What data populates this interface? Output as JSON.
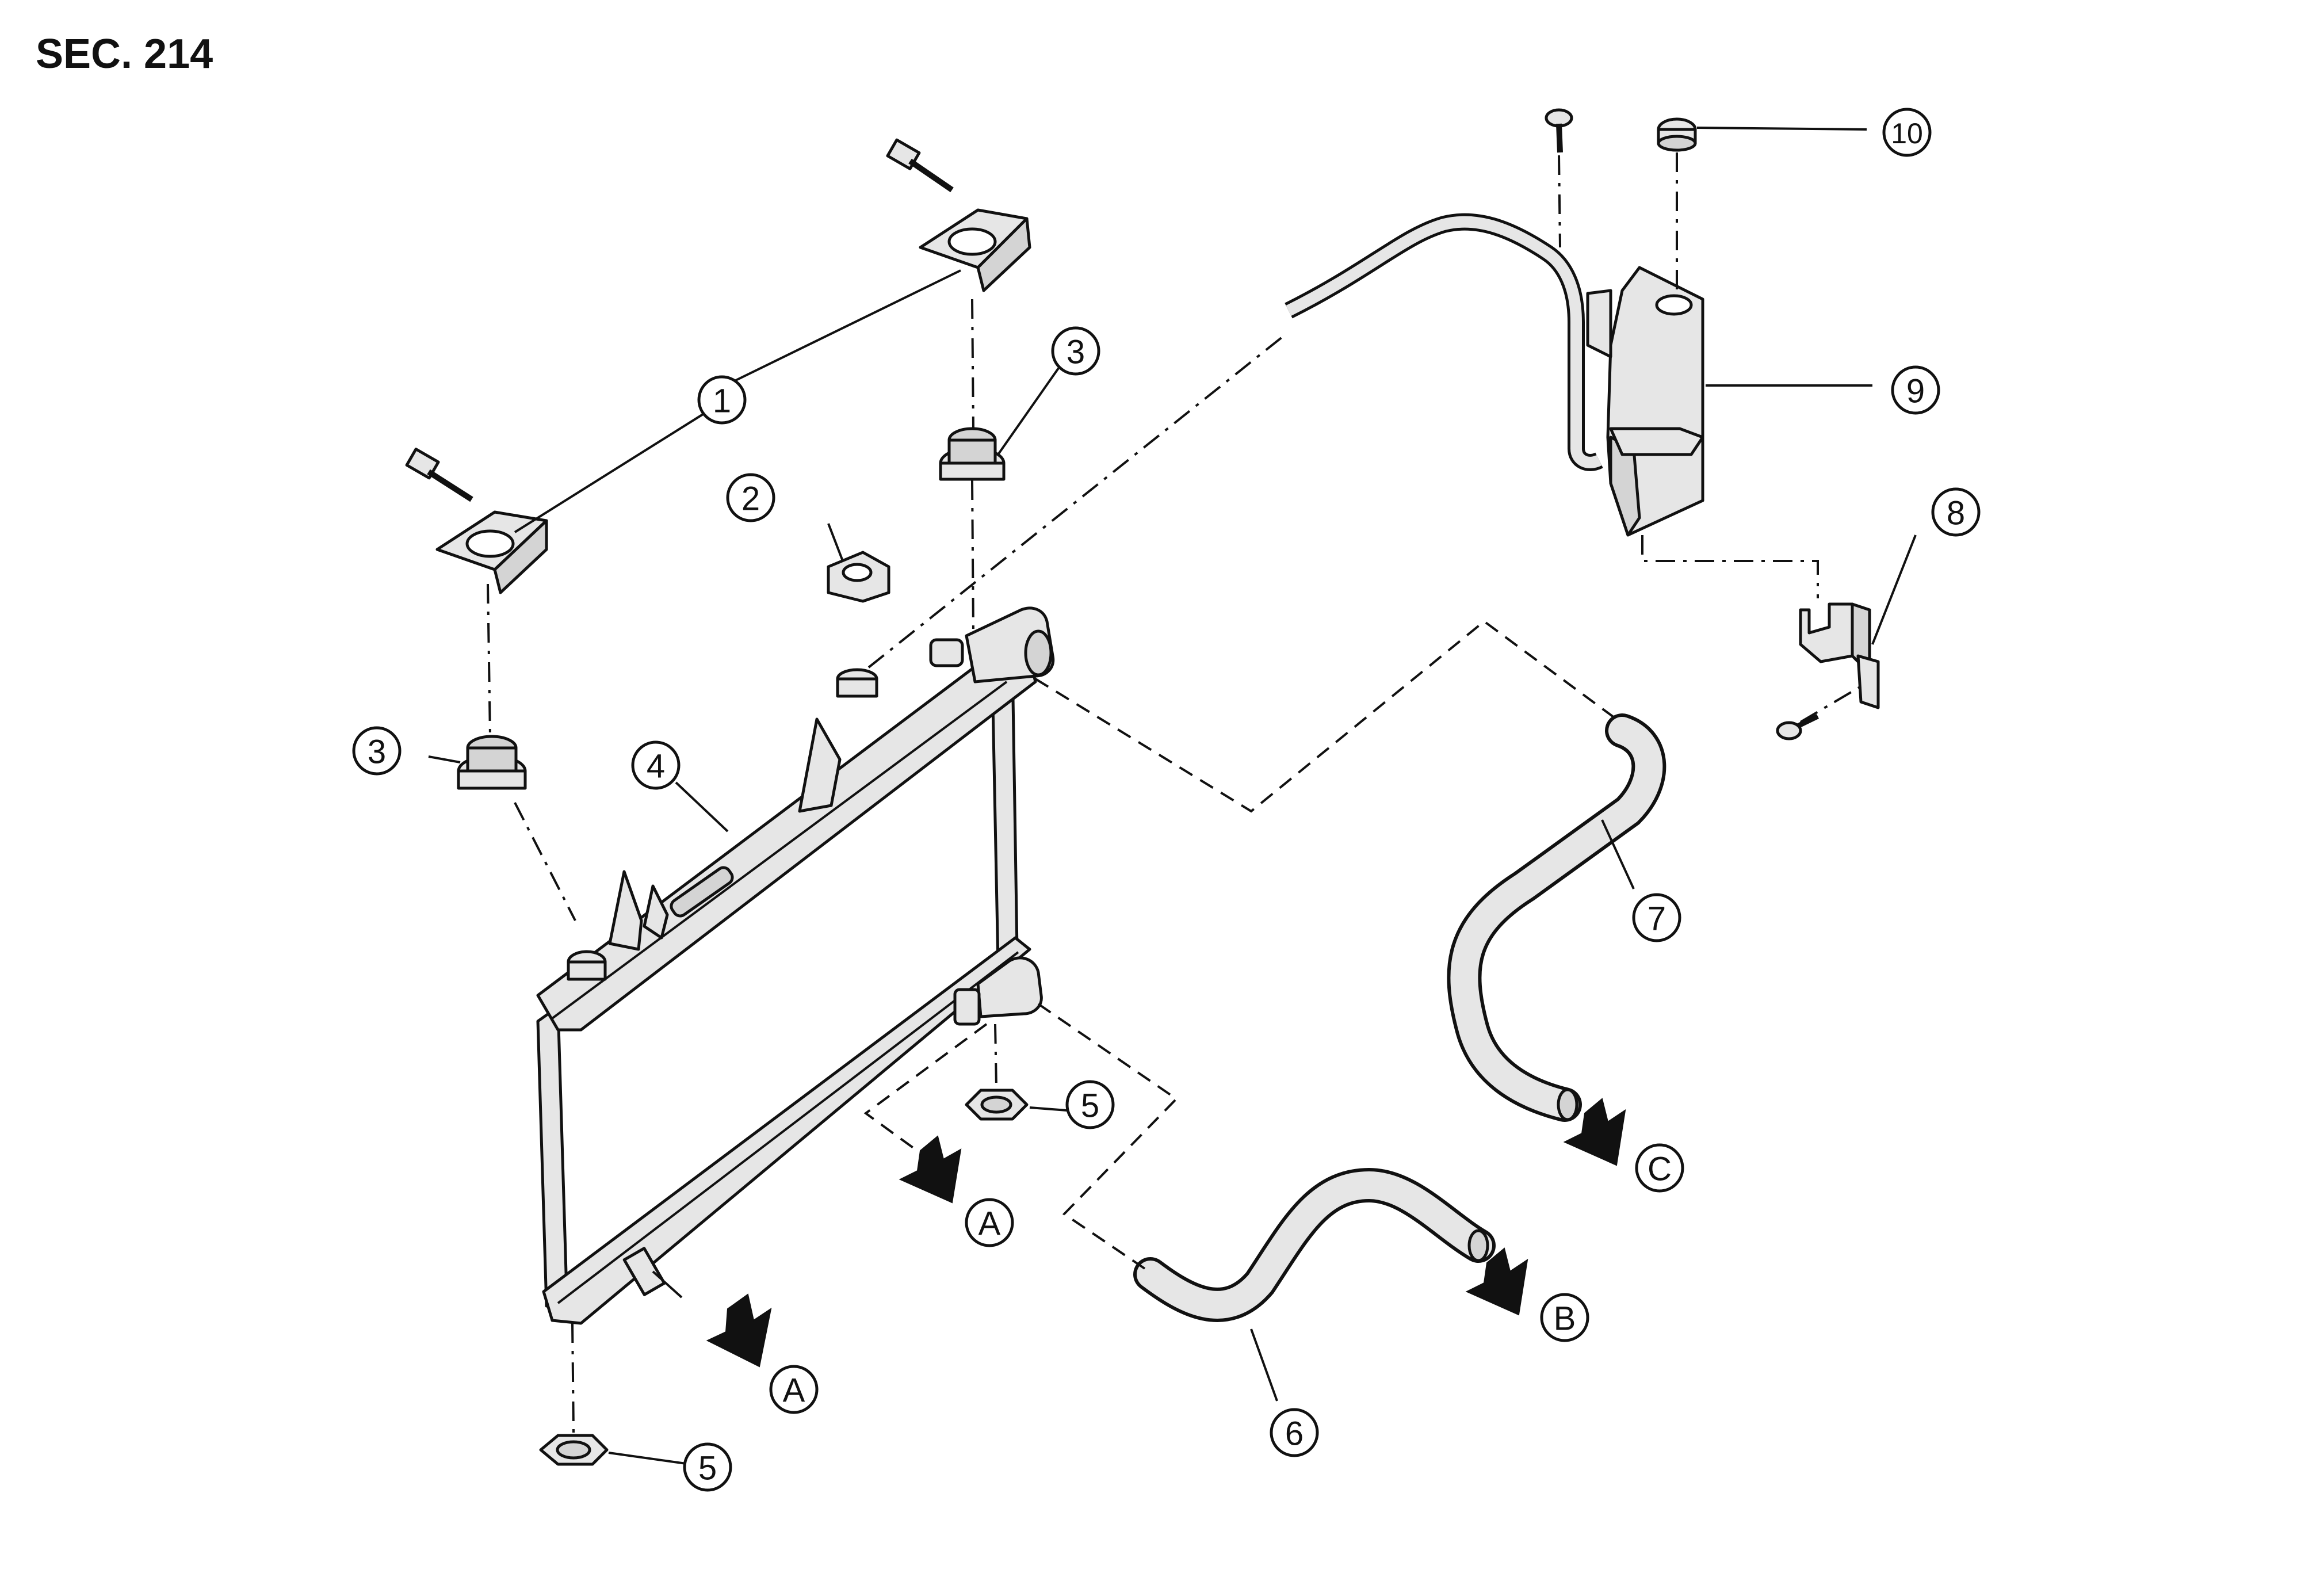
{
  "section_title": "SEC. 214",
  "callouts": {
    "c1": "1",
    "c2": "2",
    "c3a": "3",
    "c3b": "3",
    "c4": "4",
    "c5a": "5",
    "c5b": "5",
    "c6": "6",
    "c7": "7",
    "c8": "8",
    "c9": "9",
    "c10": "10"
  },
  "refs": {
    "a1": "A",
    "a2": "A",
    "b": "B",
    "c": "C"
  }
}
